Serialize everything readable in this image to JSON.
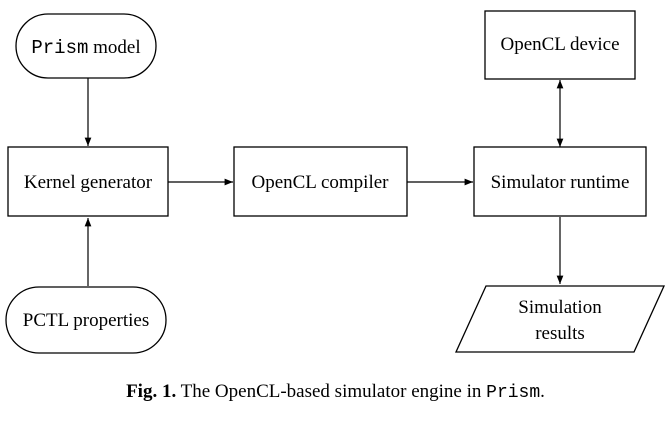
{
  "nodes": {
    "prism_model": {
      "code": "Prism",
      "text": " model"
    },
    "pctl_properties": {
      "text": "PCTL properties"
    },
    "kernel_generator": {
      "text": "Kernel generator"
    },
    "opencl_compiler": {
      "text": "OpenCL compiler"
    },
    "simulator_runtime": {
      "text": "Simulator runtime"
    },
    "opencl_device": {
      "text": "OpenCL device"
    },
    "simulation_results": {
      "line1": "Simulation",
      "line2": "results"
    }
  },
  "caption": {
    "label": "Fig. 1.",
    "text": " The OpenCL-based simulator engine in ",
    "code": "Prism",
    "end": "."
  }
}
